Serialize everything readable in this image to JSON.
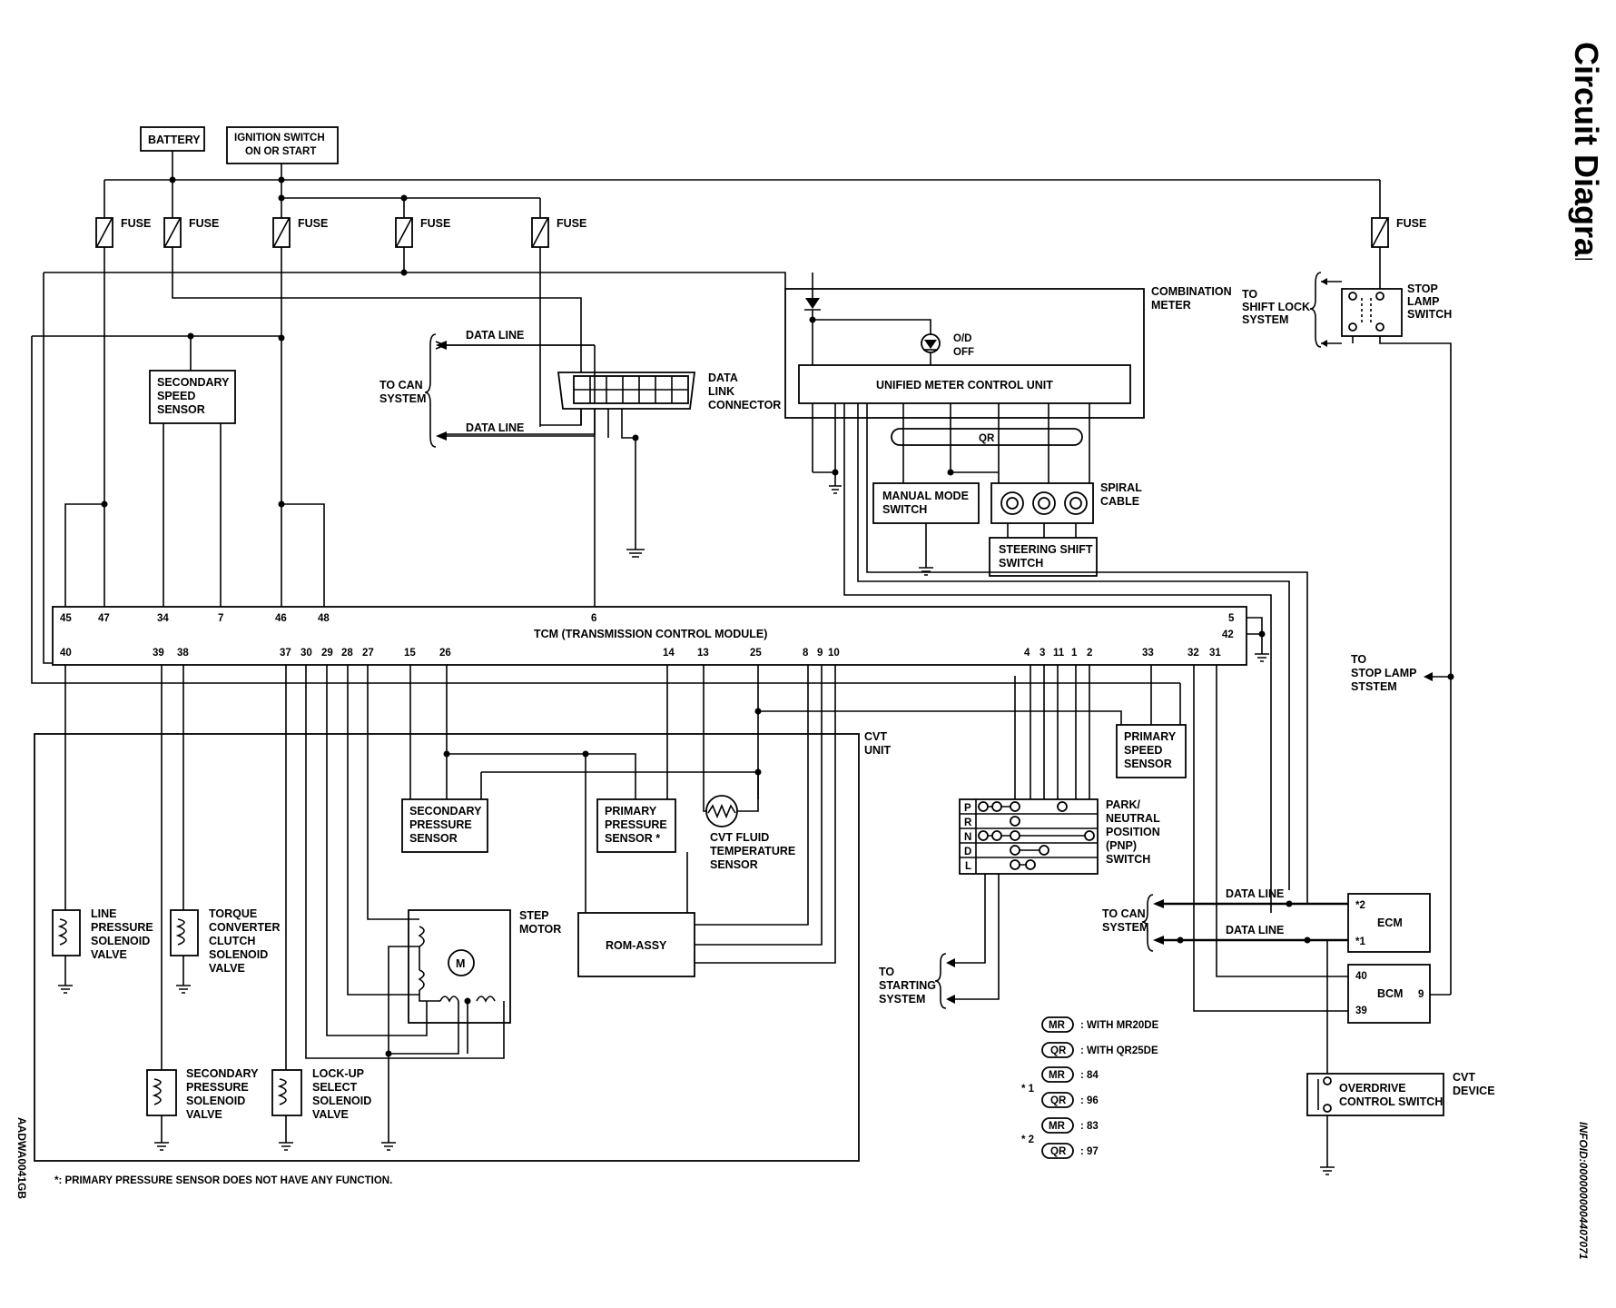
{
  "title": "Circuit Diagram",
  "info_id": "INFOID:0000000004407071",
  "figure_code": "AADWA0041GB",
  "footnote": "*: PRIMARY PRESSURE SENSOR DOES NOT HAVE ANY FUNCTION.",
  "power": {
    "battery": "BATTERY",
    "ignition_line1": "IGNITION SWITCH",
    "ignition_line2": "ON OR START",
    "fuse": "FUSE"
  },
  "tcm": {
    "name": "TCM (TRANSMISSION CONTROL MODULE)",
    "top_pins": [
      "45",
      "47",
      "34",
      "7",
      "46",
      "48",
      "6",
      "5",
      "42"
    ],
    "bottom_pins": [
      "40",
      "39",
      "38",
      "37",
      "30",
      "29",
      "28",
      "27",
      "15",
      "26",
      "14",
      "13",
      "25",
      "8",
      "9",
      "10",
      "4",
      "3",
      "11",
      "1",
      "2",
      "33",
      "32",
      "31"
    ]
  },
  "components": {
    "secondary_speed_sensor": [
      "SECONDARY",
      "SPEED",
      "SENSOR"
    ],
    "data_link_connector": [
      "DATA",
      "LINK",
      "CONNECTOR"
    ],
    "data_line": "DATA LINE",
    "to_can_system": [
      "TO CAN",
      "SYSTEM"
    ],
    "combination_meter": [
      "COMBINATION",
      "METER"
    ],
    "od_off": [
      "O/D",
      "OFF"
    ],
    "unified_meter": "UNIFIED METER CONTROL UNIT",
    "qr": "QR",
    "manual_mode_switch": [
      "MANUAL MODE",
      "SWITCH"
    ],
    "spiral_cable": [
      "SPIRAL",
      "CABLE"
    ],
    "steering_shift_switch": [
      "STEERING SHIFT",
      "SWITCH"
    ],
    "to_shift_lock": [
      "TO",
      "SHIFT LOCK",
      "SYSTEM"
    ],
    "stop_lamp_switch": [
      "STOP",
      "LAMP",
      "SWITCH"
    ],
    "to_stop_lamp": [
      "TO",
      "STOP LAMP",
      "STSTEM"
    ],
    "cvt_unit": [
      "CVT",
      "UNIT"
    ],
    "primary_speed_sensor": [
      "PRIMARY",
      "SPEED",
      "SENSOR"
    ],
    "secondary_pressure_sensor": [
      "SECONDARY",
      "PRESSURE",
      "SENSOR"
    ],
    "primary_pressure_sensor": [
      "PRIMARY",
      "PRESSURE",
      "SENSOR *"
    ],
    "cvt_fluid_temp_sensor": [
      "CVT FLUID",
      "TEMPERATURE",
      "SENSOR"
    ],
    "step_motor": [
      "STEP",
      "MOTOR"
    ],
    "motor_symbol": "M",
    "rom_assy": "ROM-ASSY",
    "line_pressure_valve": [
      "LINE",
      "PRESSURE",
      "SOLENOID",
      "VALVE"
    ],
    "torque_converter_valve": [
      "TORQUE",
      "CONVERTER",
      "CLUTCH",
      "SOLENOID",
      "VALVE"
    ],
    "secondary_pressure_valve": [
      "SECONDARY",
      "PRESSURE",
      "SOLENOID",
      "VALVE"
    ],
    "lockup_select_valve": [
      "LOCK-UP",
      "SELECT",
      "SOLENOID",
      "VALVE"
    ],
    "pnp_switch": [
      "PARK/",
      "NEUTRAL",
      "POSITION",
      "(PNP)",
      "SWITCH"
    ],
    "pnp_positions": [
      "P",
      "R",
      "N",
      "D",
      "L"
    ],
    "to_starting_system": [
      "TO",
      "STARTING",
      "SYSTEM"
    ],
    "ecm": "ECM",
    "ecm_pins": [
      "*2",
      "*1"
    ],
    "bcm": "BCM",
    "bcm_pins": [
      "40",
      "39",
      "9"
    ],
    "overdrive_switch": [
      "OVERDRIVE",
      "CONTROL SWITCH"
    ],
    "cvt_device": [
      "CVT",
      "DEVICE"
    ]
  },
  "legend": [
    {
      "badge": "MR",
      "text": ": WITH MR20DE"
    },
    {
      "badge": "QR",
      "text": ": WITH QR25DE"
    },
    {
      "group": "* 1",
      "badge": "MR",
      "text": ": 84"
    },
    {
      "group": "",
      "badge": "QR",
      "text": ": 96"
    },
    {
      "group": "* 2",
      "badge": "MR",
      "text": ": 83"
    },
    {
      "group": "",
      "badge": "QR",
      "text": ": 97"
    }
  ]
}
